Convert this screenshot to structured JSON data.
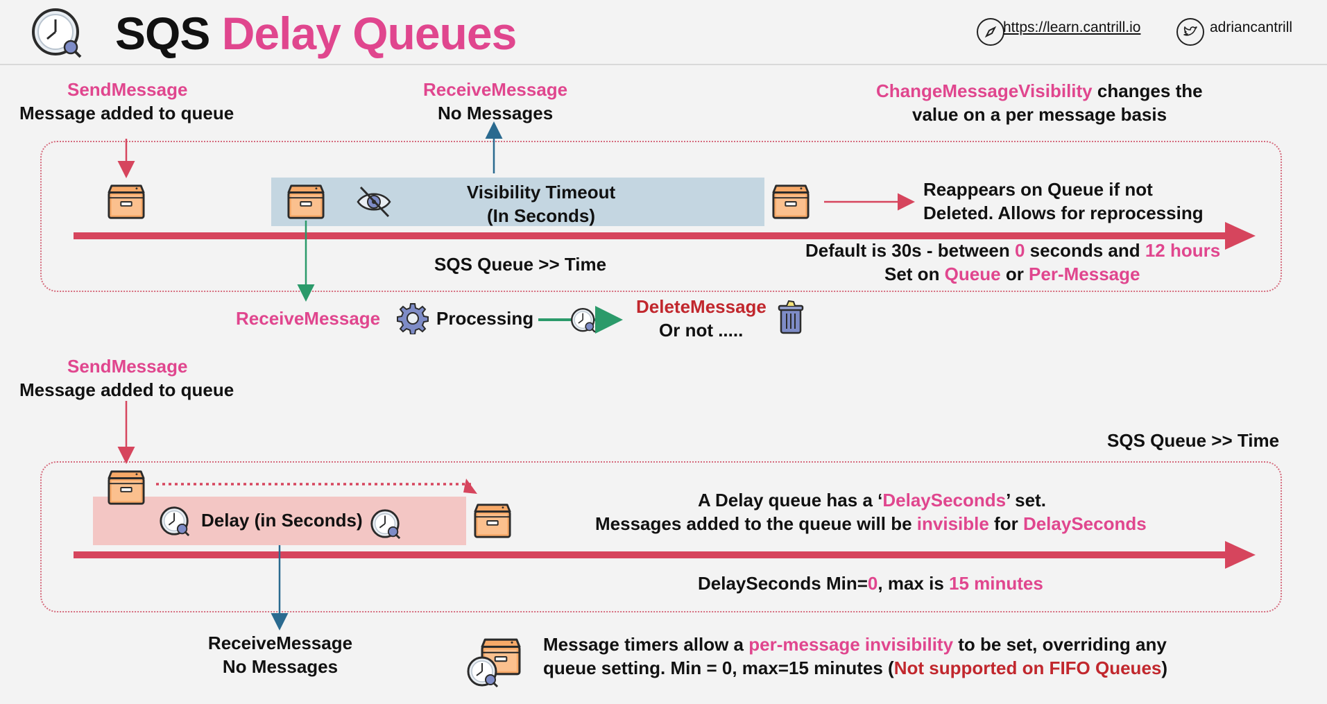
{
  "header": {
    "title_main": "SQS",
    "title_accent": "Delay Queues",
    "site_url": "https://learn.cantrill.io",
    "twitter_handle": "adriancantrill"
  },
  "top": {
    "send_action": "SendMessage",
    "send_desc": "Message added to queue",
    "receive_action": "ReceiveMessage",
    "receive_desc": "No Messages",
    "change_action": "ChangeMessageVisibility",
    "change_desc_1": " changes the",
    "change_desc_2": "value on a per message basis",
    "vt_line1": "Visibility Timeout",
    "vt_line2": "(In Seconds)",
    "reappear_1": "Reappears on Queue if not",
    "reappear_2": "Deleted. Allows for reprocessing",
    "queue_time": "SQS Queue >> Time",
    "default_a": "Default is 30s - between ",
    "default_b": "0",
    "default_c": " seconds and ",
    "default_d": "12 hours",
    "set_a": "Set on ",
    "set_b": "Queue",
    "set_c": " or ",
    "set_d": "Per-Message",
    "receive2": "ReceiveMessage",
    "processing": "Processing",
    "delete_action": "DeleteMessage",
    "delete_alt": "Or not ....."
  },
  "bottom": {
    "send_action": "SendMessage",
    "send_desc": "Message added to queue",
    "queue_time": "SQS Queue >> Time",
    "delay_label": "Delay (in Seconds)",
    "desc1_a": "A Delay queue has a ‘",
    "desc1_b": "DelaySeconds",
    "desc1_c": "’ set.",
    "desc2_a": "Messages added to the queue will be ",
    "desc2_b": "invisible",
    "desc2_c": " for ",
    "desc2_d": "DelaySeconds",
    "range_a": "DelaySeconds Min=",
    "range_b": "0",
    "range_c": ", max is ",
    "range_d": "15 minutes",
    "receive_action": "ReceiveMessage",
    "receive_desc": "No Messages",
    "timer_a": "Message timers allow a ",
    "timer_b": "per-message invisibility",
    "timer_c": " to be set, overriding any",
    "timer_d": "queue setting. Min = 0, max=15 minutes (",
    "timer_e": "Not supported on FIFO Queues",
    "timer_f": ")"
  },
  "colors": {
    "accent": "#e0468e",
    "timeline": "#d6455d",
    "arrow_blue": "#2a6a8f",
    "arrow_green": "#2b9a6a",
    "warning": "#c1272d",
    "vt_box": "#c4d6e1",
    "delay_box": "#f3c6c4"
  },
  "icons": [
    "clock-logo-icon",
    "compass-icon",
    "twitter-icon",
    "message-box-icon",
    "hidden-eye-icon",
    "gear-icon",
    "stopwatch-icon",
    "trash-can-icon"
  ]
}
